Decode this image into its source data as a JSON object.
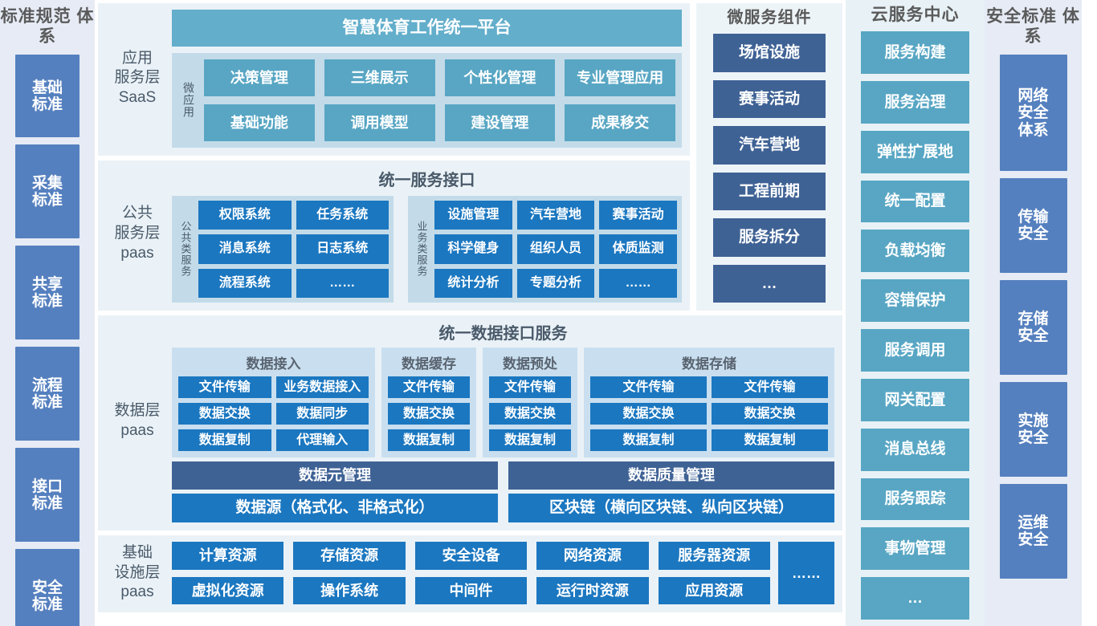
{
  "left_standards": {
    "title": "标准规范\n体系",
    "items": [
      {
        "label": "基础\n标准",
        "height": 103
      },
      {
        "label": "采集\n标准",
        "height": 117
      },
      {
        "label": "共享\n标准",
        "height": 117
      },
      {
        "label": "流程\n标准",
        "height": 117
      },
      {
        "label": "接口\n标准",
        "height": 117
      },
      {
        "label": "安全\n标准",
        "height": 117
      }
    ]
  },
  "app_layer": {
    "layer_label": "应用\n服务层\nSaaS",
    "platform_title": "智慧体育工作统一平台",
    "micro_label": "微应用",
    "micro_apps": [
      "决策管理",
      "三维展示",
      "个性化管理",
      "专业管理应用",
      "基础功能",
      "调用模型",
      "建设管理",
      "成果移交"
    ]
  },
  "service_layer": {
    "layer_label": "公共\n服务层\npaas",
    "header": "统一服务接口",
    "groups": [
      {
        "vlabel": "公共类服务",
        "rows": [
          [
            "权限系统",
            "任务系统"
          ],
          [
            "消息系统",
            "日志系统"
          ],
          [
            "流程系统",
            "……"
          ]
        ],
        "cols": 2
      },
      {
        "vlabel": "业务类服务",
        "rows": [
          [
            "设施管理",
            "汽车营地",
            "赛事活动"
          ],
          [
            "科学健身",
            "组织人员",
            "体质监测"
          ],
          [
            "统计分析",
            "专题分析",
            "……"
          ]
        ],
        "cols": 3
      }
    ]
  },
  "microservice_components": {
    "title": "微服务组件",
    "items": [
      "场馆设施",
      "赛事活动",
      "汽车营地",
      "工程前期",
      "服务拆分",
      "…"
    ]
  },
  "data_layer": {
    "layer_label": "数据层\npaas",
    "header": "统一数据接口服务",
    "groups": [
      {
        "title": "数据接入",
        "cols": 2,
        "cells": [
          "文件传输",
          "业务数据接入",
          "数据交换",
          "数据同步",
          "数据复制",
          "代理输入"
        ]
      },
      {
        "title": "数据缓存",
        "cols": 1,
        "cells": [
          "文件传输",
          "数据交换",
          "数据复制"
        ]
      },
      {
        "title": "数据预处",
        "cols": 1,
        "cells": [
          "文件传输",
          "数据交换",
          "数据复制"
        ]
      },
      {
        "title": "数据存储",
        "cols": 2,
        "cells": [
          "文件传输",
          "文件传输",
          "数据交换",
          "数据交换",
          "数据复制",
          "数据复制"
        ]
      }
    ],
    "mid_row": [
      "数据元管理",
      "数据质量管理"
    ],
    "bottom_row": [
      "数据源（格式化、非格式化）",
      "区块链（横向区块链、纵向区块链）"
    ]
  },
  "infra_layer": {
    "layer_label": "基础\n设施层\npaas",
    "items": [
      "计算资源",
      "存储资源",
      "安全设备",
      "网络资源",
      "服务器资源",
      "虚拟化资源",
      "操作系统",
      "中间件",
      "运行时资源",
      "应用资源"
    ],
    "more": "……"
  },
  "cloud_center": {
    "title": "云服务中心",
    "items": [
      "服务构建",
      "服务治理",
      "弹性扩展地",
      "统一配置",
      "负载均衡",
      "容错保护",
      "服务调用",
      "网关配置",
      "消息总线",
      "服务跟踪",
      "事物管理",
      "…"
    ]
  },
  "right_standards": {
    "title": "安全标准\n体系",
    "items": [
      {
        "label": "网络\n安全\n体系",
        "height": 145
      },
      {
        "label": "传输\n安全",
        "height": 118
      },
      {
        "label": "存储\n安全",
        "height": 118
      },
      {
        "label": "实施\n安全",
        "height": 118
      },
      {
        "label": "运维\n安全",
        "height": 118
      }
    ]
  },
  "colors": {
    "vivid_blue": "#1b77c0",
    "slate_blue": "#3f6295",
    "periwinkle": "#5580bf",
    "teal": "#58a6c4",
    "panel_light": "#eaf2f7",
    "group_bg": "#c3dbe9",
    "column_bg": "#e6ebf5"
  }
}
